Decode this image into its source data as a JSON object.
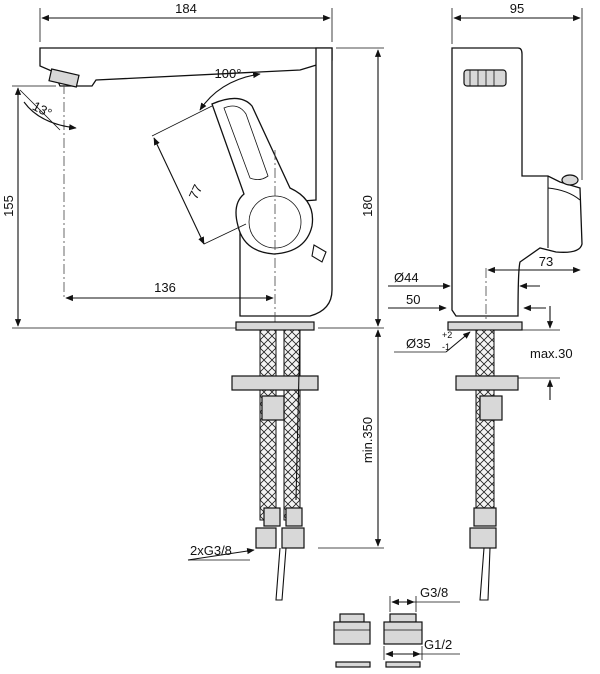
{
  "dimensions": {
    "front_width": "184",
    "side_width": "95",
    "lever_angle": "100°",
    "spout_angle": "13°",
    "lever_length": "77",
    "spout_height": "155",
    "total_height": "180",
    "spout_reach": "136",
    "body_diameter": "Ø44",
    "side_reach": "73",
    "base_width": "50",
    "hole_diameter": "Ø35",
    "hole_tol_upper": "+2",
    "hole_tol_lower": "-1",
    "deck_thickness": "max.30",
    "hose_length": "min.350",
    "hose_thread": "2xG3/8",
    "adapter_in": "G3/8",
    "adapter_out": "G1/2"
  }
}
